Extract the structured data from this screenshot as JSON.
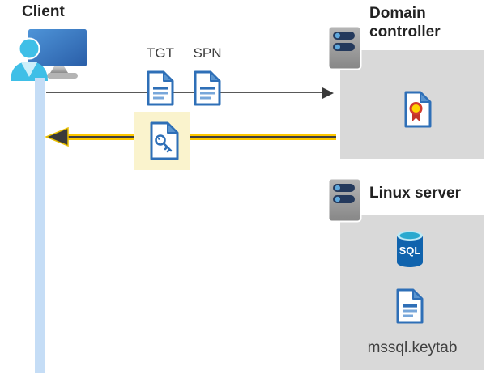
{
  "client": {
    "label": "Client",
    "icon": "person-at-computer-icon"
  },
  "flow": {
    "tgt_label": "TGT",
    "spn_label": "SPN",
    "tgt_icon": "document-icon",
    "spn_icon": "document-icon",
    "request_arrow": "gray-right-arrow",
    "response_arrow": "yellow-left-arrow",
    "ticket_icon": "key-document-icon"
  },
  "domain_controller": {
    "label": "Domain controller",
    "icon": "server-icon",
    "content_icon": "certificate-icon"
  },
  "linux_server": {
    "label": "Linux server",
    "icon": "server-icon",
    "database_icon": "sql-database-icon",
    "database_text": "SQL",
    "keytab_icon": "document-icon",
    "keytab_label": "mssql.keytab"
  },
  "colors": {
    "doc_blue": "#2e6fb7",
    "doc_fold_blue": "#5b95cf",
    "line_light_blue": "#78a7da",
    "arrow_yellow": "#fec800",
    "arrow_dark": "#3a3a3a",
    "request_gray": "#595959",
    "highlight_yellow": "#faf3cd",
    "box_gray": "#d9d9d9",
    "lifeline_blue": "#c5ddf6",
    "person_teal": "#3fbfe7",
    "monitor_blue": "#2d62ac",
    "sql_blue": "#1063ad",
    "sql_top_cyan": "#2aa9cf",
    "cert_ring_red": "#d23b2e",
    "cert_gold": "#ffd400",
    "server_pill_navy": "#24395c",
    "server_dot_blue": "#5fa8dc"
  }
}
